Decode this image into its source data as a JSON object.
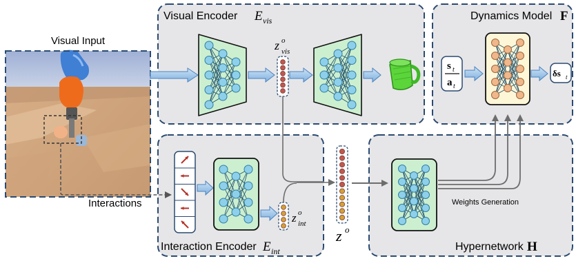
{
  "colors": {
    "panel_fill": "#e6e6e8",
    "panel_border": "#2b4a70",
    "net_fill": "#ccefd0",
    "node_fill": "#8ed0ea",
    "node_stroke": "#2f7ea3",
    "hyper_net_fill": "#fdf7d8",
    "hyper_node_fill": "#f0b78a",
    "latent_red": "#c0584f",
    "latent_gold": "#d4a039",
    "arrow_blue": "#86b4de",
    "arrow_grey": "#6d6d6d"
  },
  "labels": {
    "visual_input": "Visual Input",
    "visual_encoder": "Visual Encoder",
    "visual_encoder_symbol": "E",
    "visual_encoder_sub": "vis",
    "dynamics_model": "Dynamics Model",
    "dynamics_symbol": "F",
    "interactions": "Interactions",
    "interaction_encoder": "Interaction Encoder",
    "interaction_encoder_symbol": "E",
    "interaction_encoder_sub": "int",
    "hypernetwork": "Hypernetwork",
    "hypernetwork_symbol": "H",
    "weights_generation": "Weights Generation",
    "z_vis_base": "z",
    "z_vis_sup": "o",
    "z_vis_sub": "vis",
    "z_int_base": "z",
    "z_int_sup": "o",
    "z_int_sub": "int",
    "z_base": "z",
    "z_sup": "o",
    "state": "s",
    "state_sub": "t",
    "action": "a",
    "action_sub": "t",
    "delta_state": "δs",
    "delta_state_sub": "t"
  },
  "icons": {
    "interaction_arrows": [
      "arrow-up-right",
      "arrow-left",
      "arrow-down-right",
      "arrow-left",
      "arrow-up-left"
    ]
  }
}
